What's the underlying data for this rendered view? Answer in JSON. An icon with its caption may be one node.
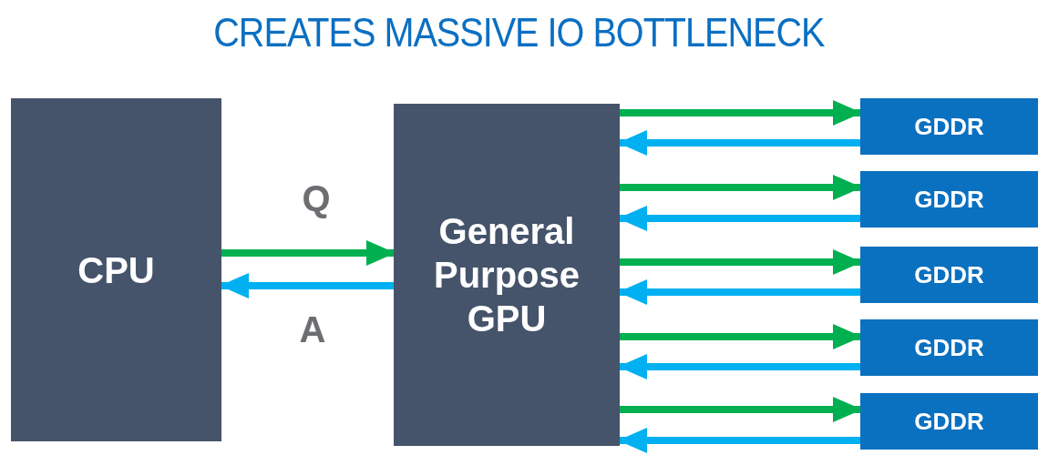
{
  "diagram": {
    "title": "CREATES MASSIVE IO BOTTLENECK",
    "nodes": [
      {
        "text": [
          "CPU"
        ]
      },
      {
        "text": [
          "General Purpose GPU"
        ]
      },
      {
        "text": [
          "GDDR"
        ]
      },
      {
        "text": [
          "GDDR"
        ]
      },
      {
        "text": [
          "GDDR"
        ]
      },
      {
        "text": [
          "GDDR"
        ]
      },
      {
        "text": [
          "GDDR"
        ]
      }
    ],
    "edges": [
      {
        "from": 0,
        "to": 1,
        "arrow": "to",
        "label": "Q",
        "color": "#00b050"
      },
      {
        "from": 1,
        "to": 0,
        "arrow": "to",
        "label": "A",
        "color": "#00b0f0"
      },
      {
        "from": 1,
        "to": 2,
        "arrow": "to",
        "color": "#00b050"
      },
      {
        "from": 2,
        "to": 1,
        "arrow": "to",
        "color": "#00b0f0"
      },
      {
        "from": 1,
        "to": 3,
        "arrow": "to",
        "color": "#00b050"
      },
      {
        "from": 3,
        "to": 1,
        "arrow": "to",
        "color": "#00b0f0"
      },
      {
        "from": 1,
        "to": 4,
        "arrow": "to",
        "color": "#00b050"
      },
      {
        "from": 4,
        "to": 1,
        "arrow": "to",
        "color": "#00b0f0"
      },
      {
        "from": 1,
        "to": 5,
        "arrow": "to",
        "color": "#00b050"
      },
      {
        "from": 5,
        "to": 1,
        "arrow": "to",
        "color": "#00b0f0"
      },
      {
        "from": 1,
        "to": 6,
        "arrow": "to",
        "color": "#00b050"
      },
      {
        "from": 6,
        "to": 1,
        "arrow": "to",
        "color": "#00b0f0"
      }
    ]
  }
}
